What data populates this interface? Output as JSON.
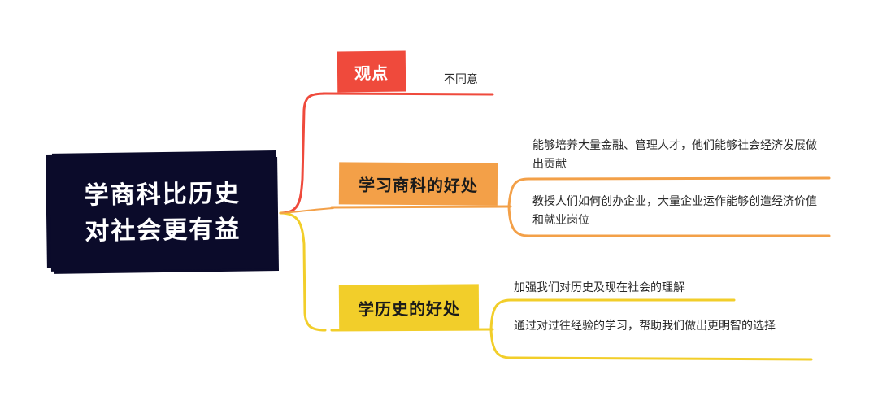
{
  "root": {
    "line1": "学商科比历史",
    "line2": "对社会更有益"
  },
  "branches": {
    "viewpoint": {
      "title": "观点",
      "items": [
        "不同意"
      ]
    },
    "business": {
      "title": "学习商科的好处",
      "items": [
        "能够培养大量金融、管理人才，他们能够社会经济发展做出贡献",
        "教授人们如何创办企业，大量企业运作能够创造经济价值和就业岗位"
      ]
    },
    "history": {
      "title": "学历史的好处",
      "items": [
        "加强我们对历史及现在社会的理解",
        "通过对过往经验的学习，帮助我们做出更明智的选择"
      ]
    }
  },
  "colors": {
    "root_bg": "#0b0b2a",
    "red": "#ef4a3c",
    "orange": "#f3a048",
    "yellow": "#f2ce2a"
  }
}
